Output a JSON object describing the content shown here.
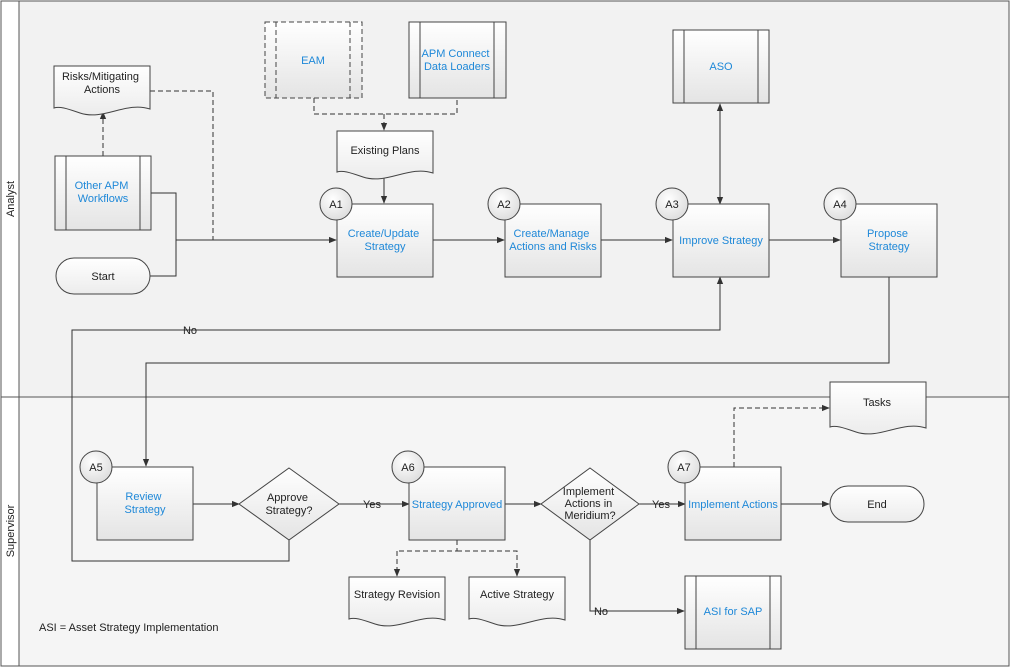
{
  "lanes": {
    "analyst": "Analyst",
    "supervisor": "Supervisor"
  },
  "nodes": {
    "risks_doc": "Risks/Mitigating Actions",
    "eam": "EAM",
    "apm_connect": "APM Connect Data Loaders",
    "aso": "ASO",
    "other_apm": "Other APM Workflows",
    "existing_plans": "Existing Plans",
    "start": "Start",
    "create_update": "Create/Update Strategy",
    "create_manage": "Create/Manage Actions and Risks",
    "improve": "Improve Strategy",
    "propose": "Propose Strategy",
    "tasks": "Tasks",
    "review": "Review Strategy",
    "approve_q": "Approve Strategy?",
    "approved": "Strategy Approved",
    "implement_q": "Implement Actions in Meridium?",
    "implement": "Implement Actions",
    "end": "End",
    "revision": "Strategy Revision",
    "active": "Active Strategy",
    "asi_sap": "ASI for SAP"
  },
  "steps": {
    "a1": "A1",
    "a2": "A2",
    "a3": "A3",
    "a4": "A4",
    "a5": "A5",
    "a6": "A6",
    "a7": "A7"
  },
  "edge_labels": {
    "no_loop": "No",
    "yes_approve": "Yes",
    "yes_implement": "Yes",
    "no_sap": "No"
  },
  "note": "ASI = Asset Strategy Implementation",
  "colors": {
    "link_text": "#1e88d8",
    "stroke": "#444444",
    "lane_background": "#f2f2f2"
  }
}
